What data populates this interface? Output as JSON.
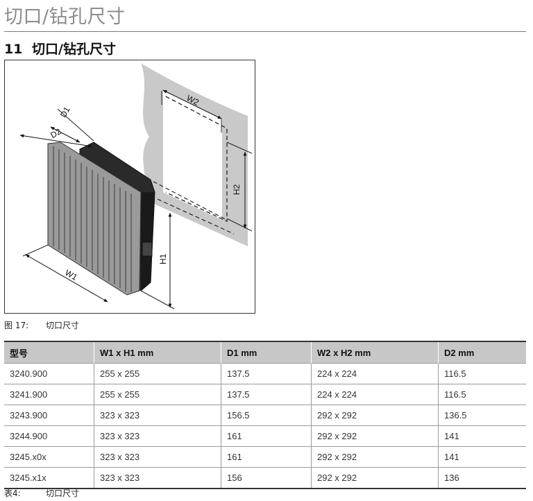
{
  "running_head": "切口/钻孔尺寸",
  "section": {
    "number": "11",
    "title": "切口/钻孔尺寸"
  },
  "figure": {
    "caption_label": "图 17:",
    "caption_text": "切口尺寸",
    "labels": {
      "d1": "D1",
      "d2": "D2",
      "w1": "W1",
      "h1": "H1",
      "w2": "W2",
      "h2": "H2"
    }
  },
  "table": {
    "headers": [
      "型号",
      "W1 x H1 mm",
      "D1 mm",
      "W2 x H2 mm",
      "D2 mm"
    ],
    "rows": [
      [
        "3240.900",
        "255 x 255",
        "137.5",
        "224 x 224",
        "116.5"
      ],
      [
        "3241.900",
        "255 x 255",
        "137.5",
        "224 x 224",
        "116.5"
      ],
      [
        "3243.900",
        "323 x 323",
        "156.5",
        "292 x 292",
        "136.5"
      ],
      [
        "3244.900",
        "323 x 323",
        "161",
        "292 x 292",
        "141"
      ],
      [
        "3245.x0x",
        "323 x 323",
        "161",
        "292 x 292",
        "141"
      ],
      [
        "3245.x1x",
        "323 x 323",
        "156",
        "292 x 292",
        "136"
      ]
    ],
    "caption_label": "表4:",
    "caption_text": "切口尺寸"
  }
}
